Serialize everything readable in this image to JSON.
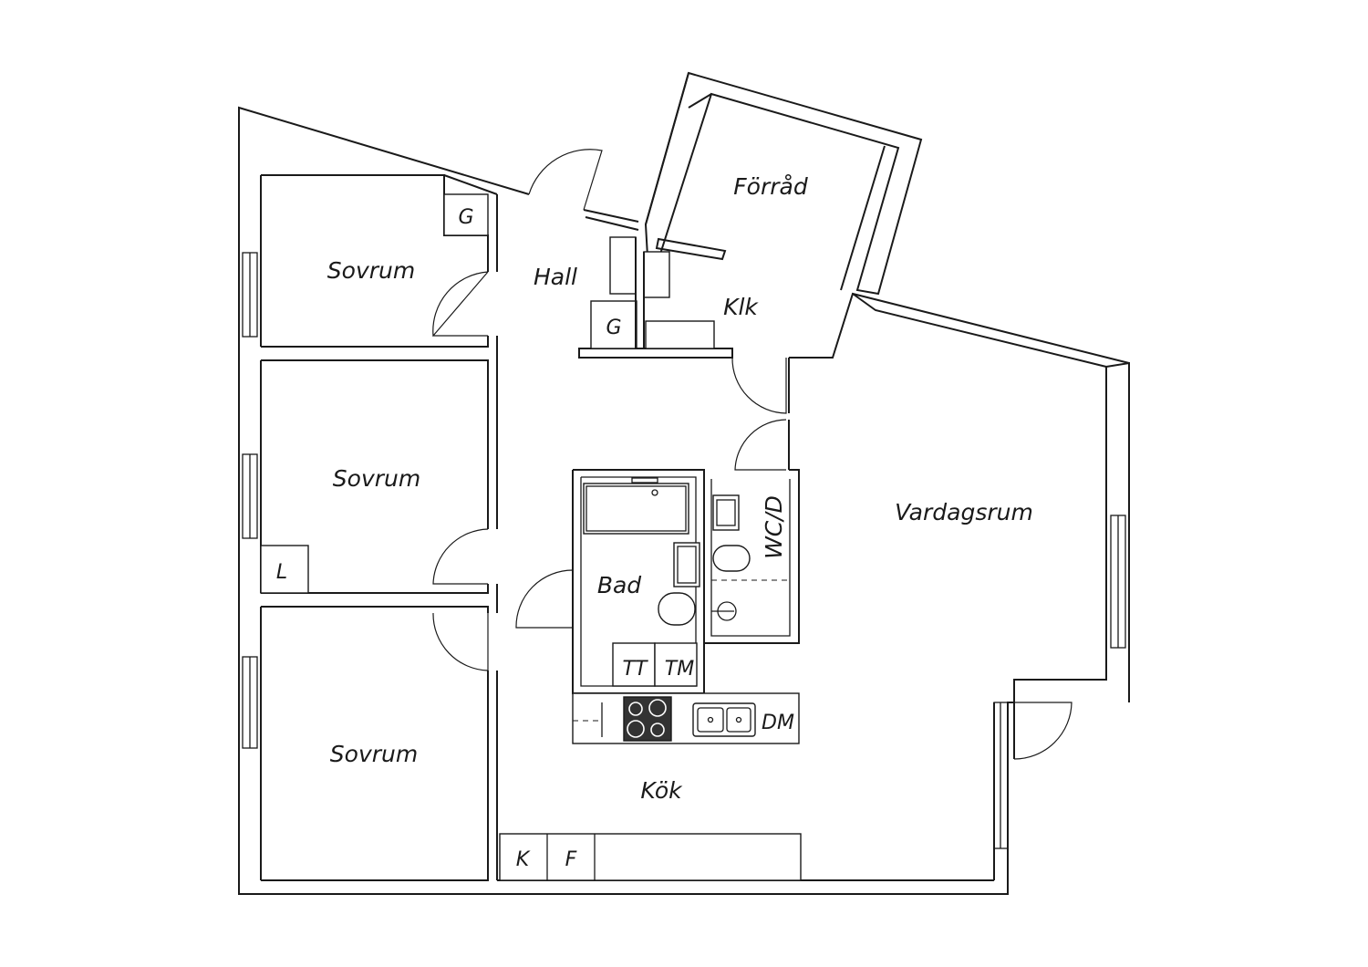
{
  "rooms": {
    "forrad": "Förråd",
    "hall": "Hall",
    "klk": "Klk",
    "sovrum_1": "Sovrum",
    "sovrum_2": "Sovrum",
    "sovrum_3": "Sovrum",
    "vardagsrum": "Vardagsrum",
    "bad": "Bad",
    "wcd": "WC/D",
    "kok": "Kök"
  },
  "fixtures": {
    "g_bedroom": "G",
    "g_hall": "G",
    "l_closet": "L",
    "tt": "TT",
    "tm": "TM",
    "dm": "DM",
    "k": "K",
    "f": "F"
  }
}
